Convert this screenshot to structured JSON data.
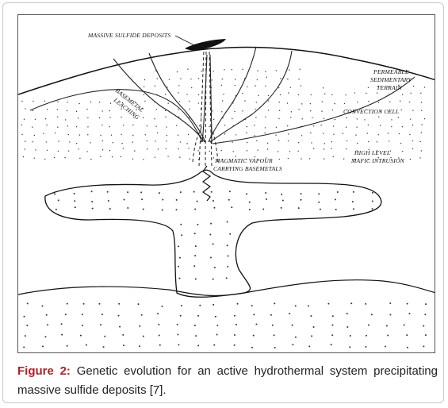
{
  "diagram": {
    "labels": {
      "massive_sulfide": "MASSIVE SULFIDE DEPOSITS",
      "permeable_1": "PERMEABLE",
      "permeable_2": "SEDIMENTARY",
      "permeable_3": "TERRAIN",
      "basemetal_1": "BASEMETAL",
      "basemetal_2": "LEACHING",
      "convection": "CONVECTION CELL",
      "high_level_1": "HIGH LEVEL",
      "high_level_2": "MAFIC INTRUSION",
      "magmatic_1": "MAGMATIC VAPOUR",
      "magmatic_2": "CARRYING BASEMETALS"
    }
  },
  "caption": {
    "lead": "Figure 2:",
    "text": " Genetic evolution for an active hydrothermal system precipitating massive sulfide deposits [7]."
  }
}
